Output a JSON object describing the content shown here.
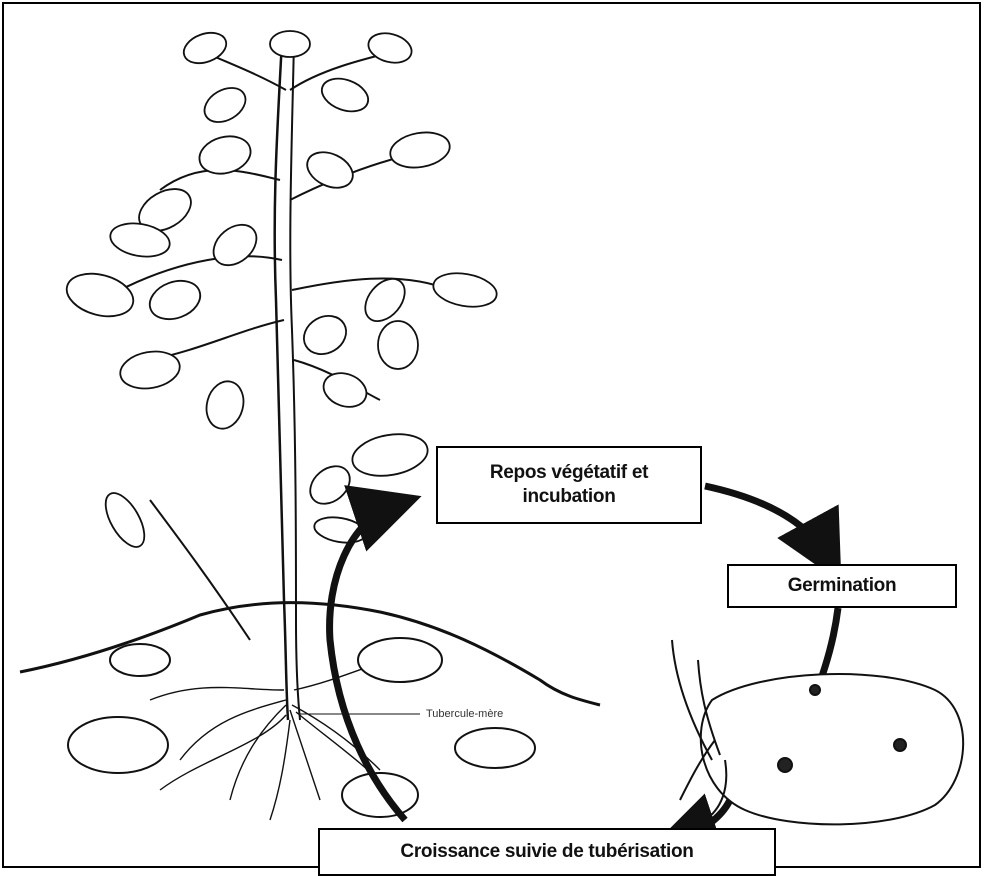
{
  "diagram": {
    "stages": {
      "repos": "Repos végétatif et incubation",
      "germination": "Germination",
      "croissance": "Croissance suivie de tubérisation"
    },
    "annotation": "Tubercule-mère",
    "colors": {
      "ink": "#111111",
      "background": "#ffffff"
    }
  }
}
